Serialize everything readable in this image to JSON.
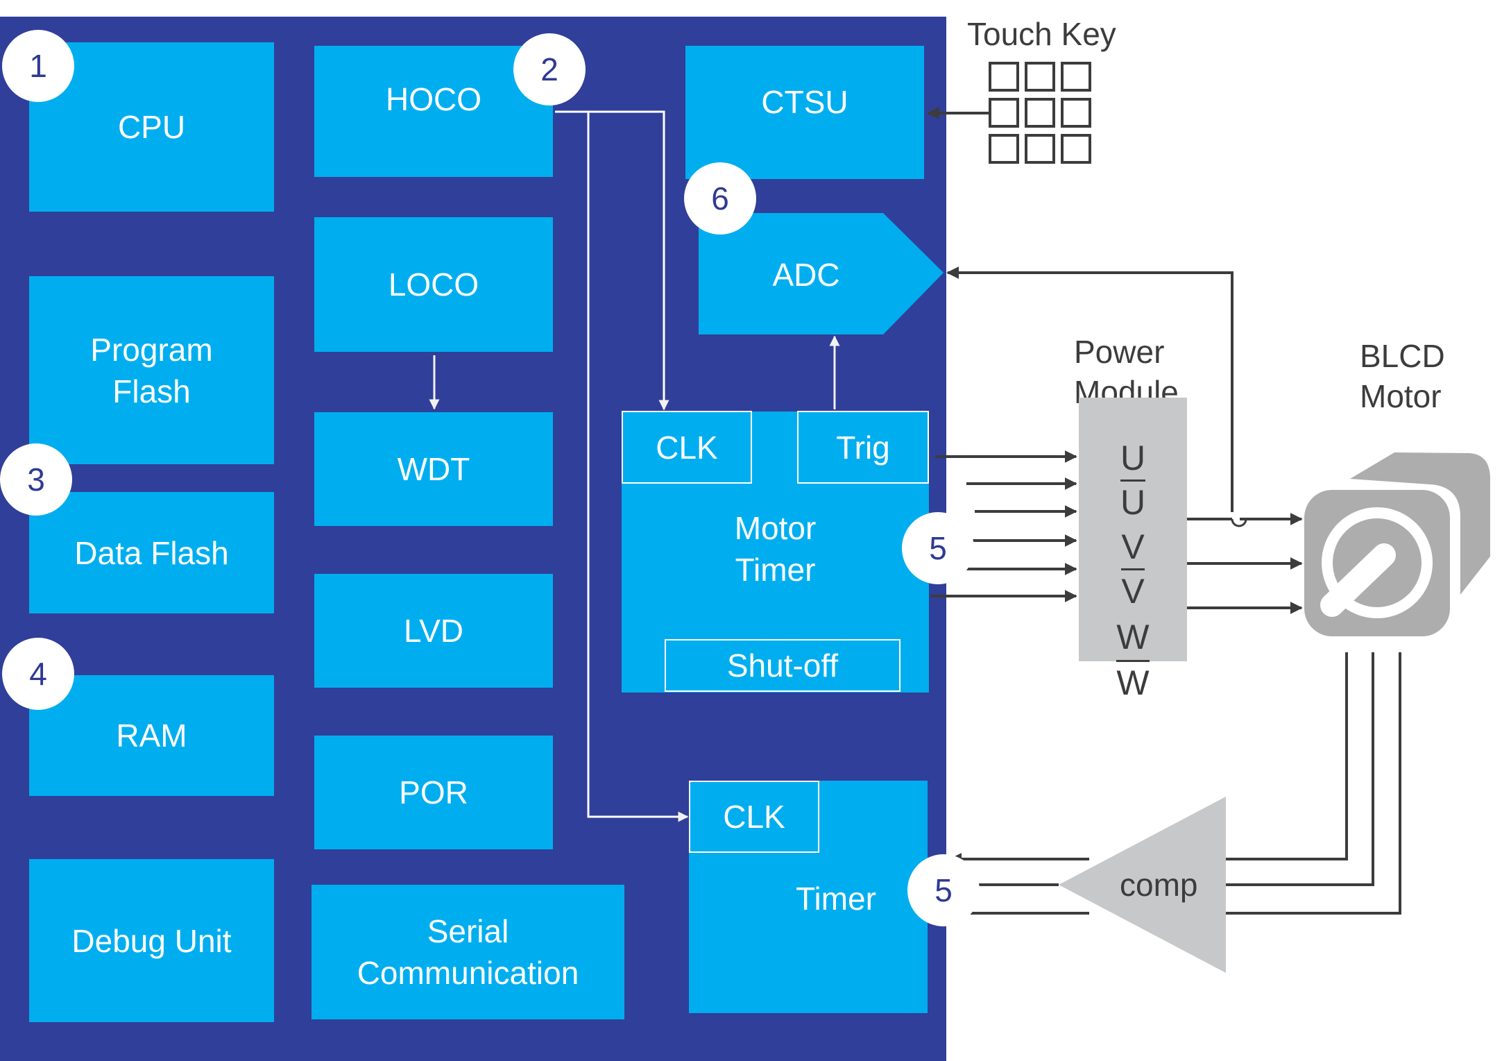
{
  "colors": {
    "mcu_panel": "#303F99",
    "block": "#00AEEF",
    "block_text": "#FFFFFF",
    "badge_bg": "#FFFFFF",
    "badge_text": "#2E3A92",
    "external_gray": "#C7C8CA",
    "motor_gray": "#ADADAD",
    "line_dark": "#3C3C3C"
  },
  "mcu": {
    "blocks": {
      "cpu": "CPU",
      "program_flash": "Program\nFlash",
      "data_flash": "Data Flash",
      "ram": "RAM",
      "debug_unit": "Debug Unit",
      "hoco": "HOCO",
      "loco": "LOCO",
      "wdt": "WDT",
      "lvd": "LVD",
      "por": "POR",
      "serial": "Serial\nCommunication",
      "ctsu": "CTSU",
      "adc": "ADC",
      "motor_timer": "Motor\nTimer",
      "motor_timer_clk": "CLK",
      "motor_timer_trig": "Trig",
      "motor_timer_shutoff": "Shut-off",
      "timer": "Timer",
      "timer_clk": "CLK"
    },
    "badges": {
      "cpu": "1",
      "hoco": "2",
      "flash": "3",
      "ram": "4",
      "motor_timer": "5",
      "timer": "5",
      "adc": "6"
    }
  },
  "external": {
    "touch_key": {
      "label": "Touch Key",
      "rows": 3,
      "cols": 3
    },
    "power_module": {
      "label": "Power\nModule",
      "signals": [
        {
          "name": "U",
          "inverted": false
        },
        {
          "name": "U",
          "inverted": true
        },
        {
          "name": "V",
          "inverted": false
        },
        {
          "name": "V",
          "inverted": true
        },
        {
          "name": "W",
          "inverted": false
        },
        {
          "name": "W",
          "inverted": true
        }
      ]
    },
    "motor": {
      "label": "BLCD\nMotor"
    },
    "comparator": {
      "label": "comp"
    }
  }
}
